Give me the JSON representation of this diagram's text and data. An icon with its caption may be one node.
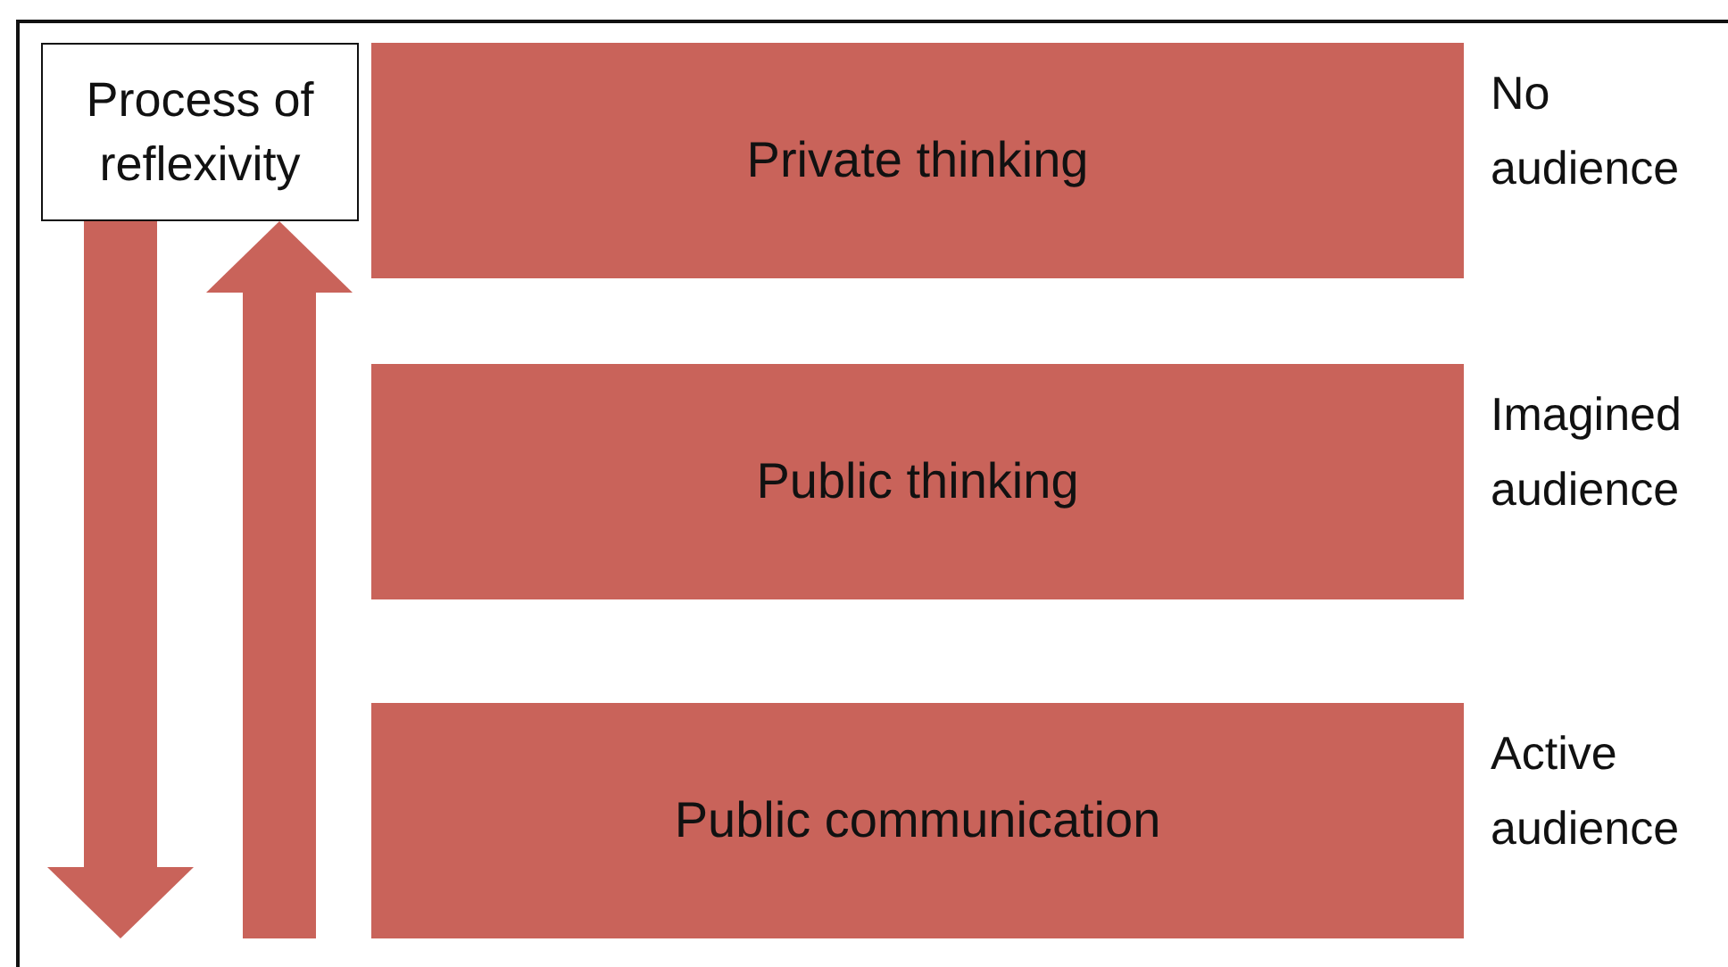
{
  "diagram": {
    "nodes": [
      {
        "text": [
          "Process of reflexivity"
        ]
      },
      {
        "text": [
          "Private thinking"
        ],
        "beside": [
          "No audience"
        ]
      },
      {
        "text": [
          "Public thinking"
        ],
        "beside": [
          "Imagined audience"
        ]
      },
      {
        "text": [
          "Public communication"
        ],
        "beside": [
          "Active audience"
        ]
      }
    ],
    "edges": [
      {
        "from": 0,
        "to": 3,
        "arrow": "to"
      },
      {
        "from": 3,
        "to": 0,
        "arrow": "to"
      }
    ]
  }
}
